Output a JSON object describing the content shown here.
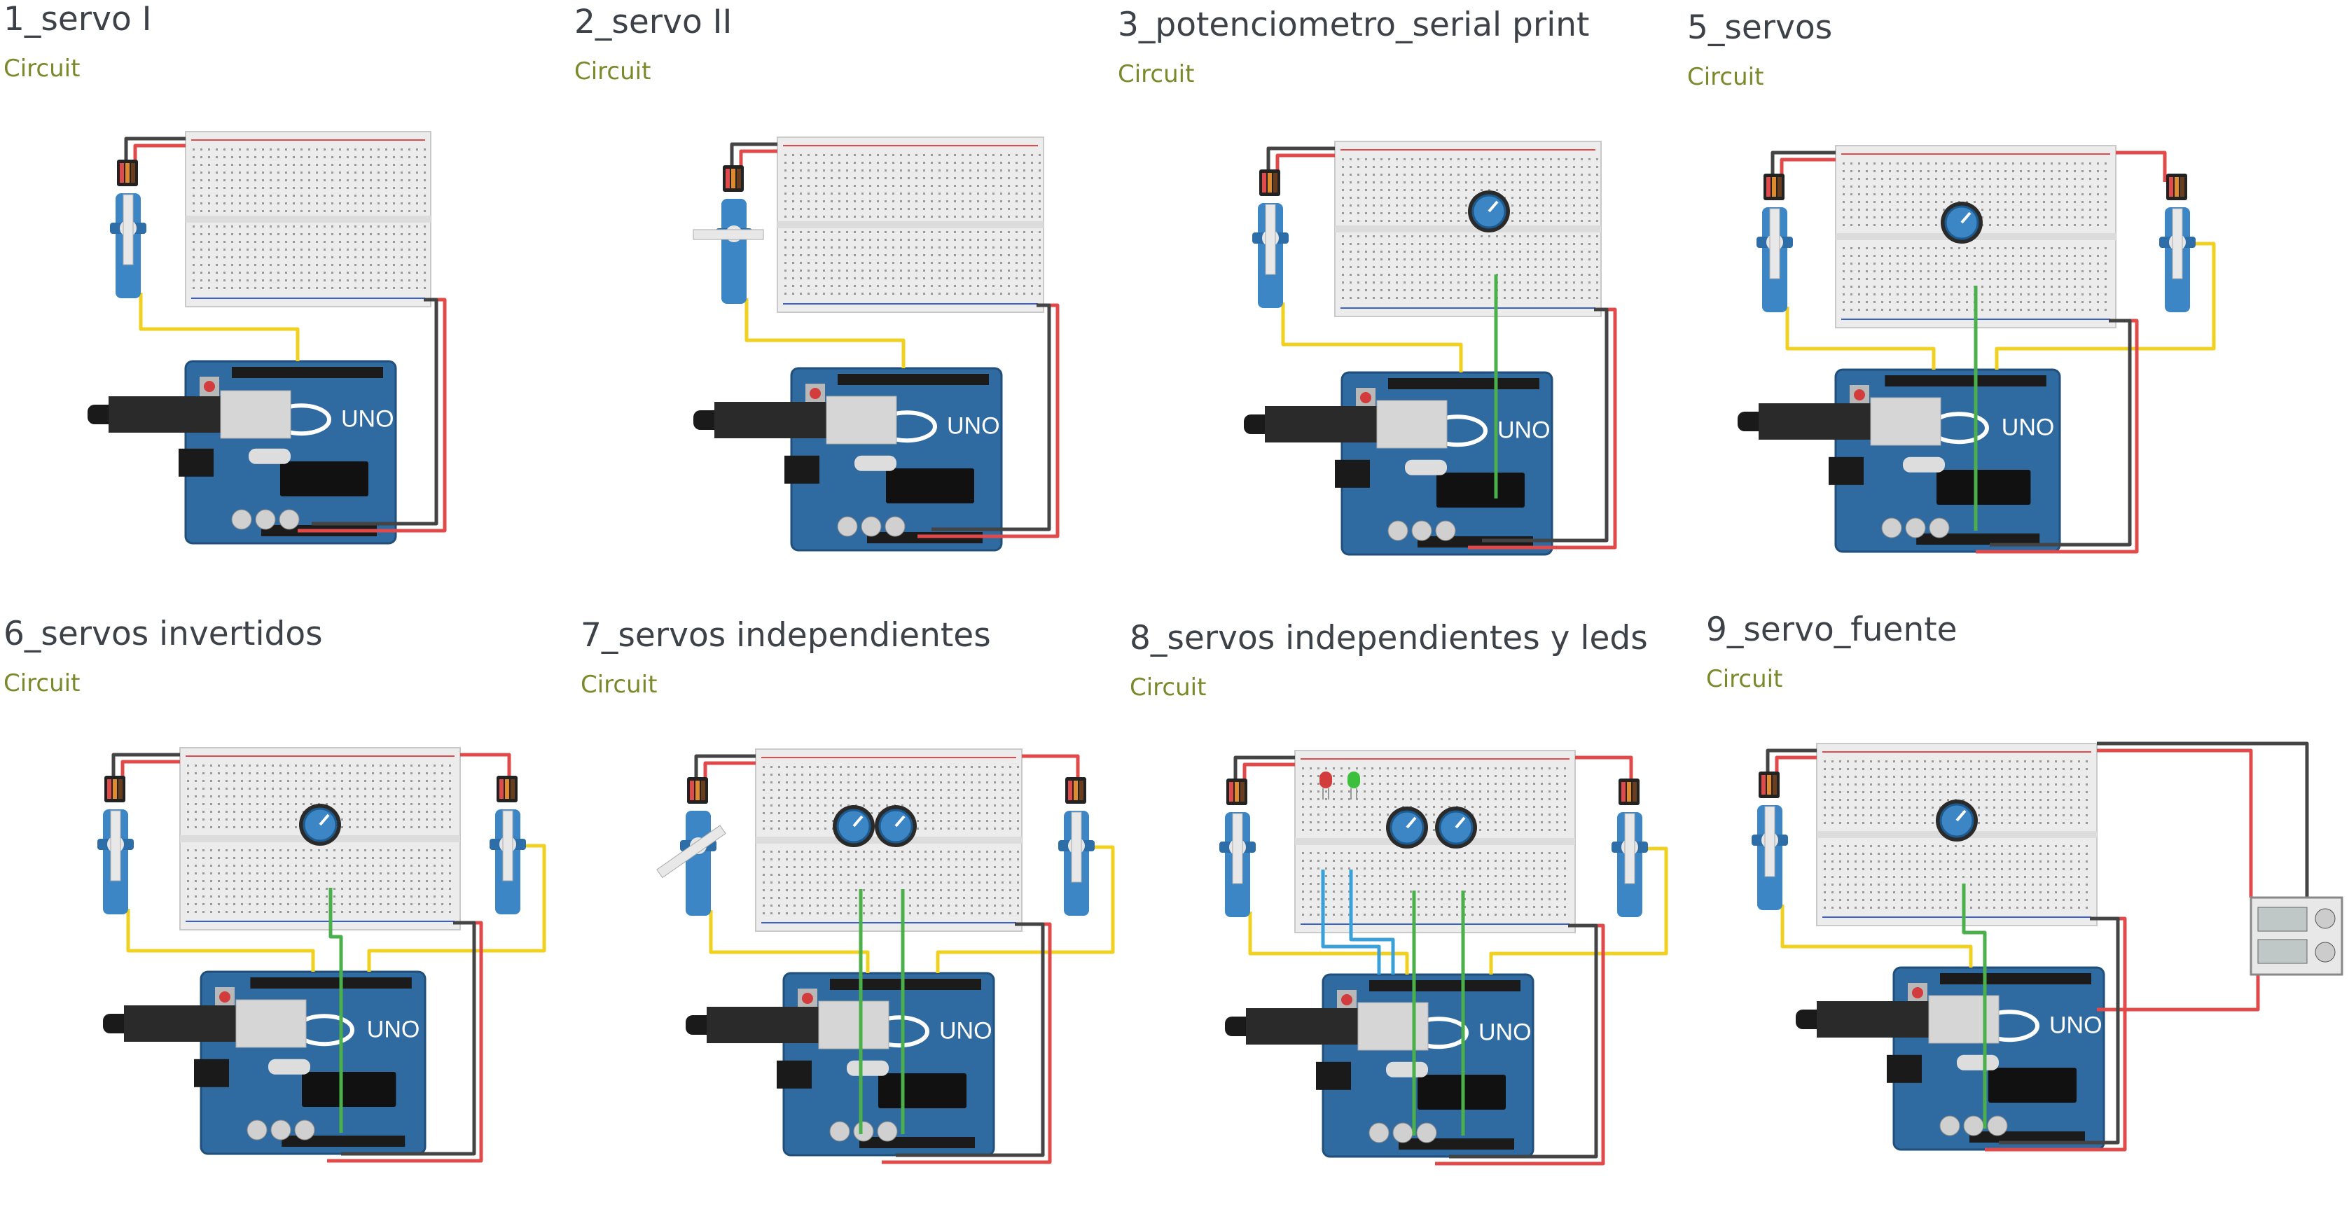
{
  "projects": [
    {
      "title": "1_servo I",
      "type": "Circuit"
    },
    {
      "title": "2_servo II",
      "type": "Circuit"
    },
    {
      "title": "3_potenciometro_serial print",
      "type": "Circuit"
    },
    {
      "title": "5_servos",
      "type": "Circuit"
    },
    {
      "title": "6_servos invertidos",
      "type": "Circuit"
    },
    {
      "title": "7_servos independientes",
      "type": "Circuit"
    },
    {
      "title": "8_servos independientes y leds",
      "type": "Circuit"
    },
    {
      "title": "9_servo_fuente",
      "type": "Circuit"
    }
  ],
  "board_label": "UNO",
  "colors": {
    "title": "#3c4248",
    "type_label": "#7a8a2a",
    "board": "#2f6aa0",
    "breadboard": "#ececec",
    "servo": "#3d86c6",
    "wire_red": "#e04a4a",
    "wire_dark": "#444444",
    "wire_yellow": "#f0d020",
    "wire_green": "#4bb04b",
    "wire_blue": "#3aa0d8"
  },
  "icons": [
    "servo-icon",
    "breadboard-icon",
    "arduino-board-icon",
    "usb-cable-icon",
    "potentiometer-icon",
    "led-icon",
    "power-supply-icon"
  ]
}
